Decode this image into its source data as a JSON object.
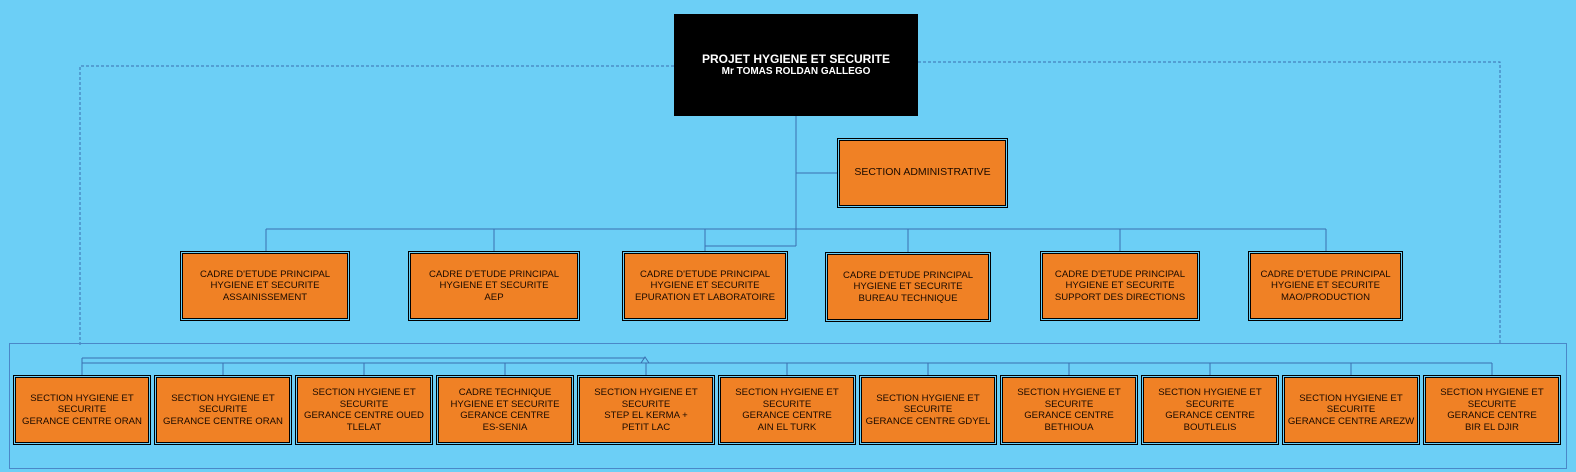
{
  "root": {
    "title": "PROJET HYGIENE ET SECURITE",
    "subtitle": "Mr TOMAS ROLDAN GALLEGO"
  },
  "admin": {
    "label": "SECTION ADMINISTRATIVE"
  },
  "cadres": [
    {
      "line1": "CADRE D'ETUDE PRINCIPAL",
      "line2": "HYGIENE ET SECURITE",
      "line3": "ASSAINISSEMENT"
    },
    {
      "line1": "CADRE D'ETUDE PRINCIPAL",
      "line2": "HYGIENE ET SECURITE",
      "line3": "AEP"
    },
    {
      "line1": "CADRE D'ETUDE PRINCIPAL",
      "line2": "HYGIENE ET SECURITE",
      "line3": "EPURATION ET LABORATOIRE"
    },
    {
      "line1": "CADRE D'ETUDE PRINCIPAL",
      "line2": "HYGIENE ET SECURITE",
      "line3": "BUREAU TECHNIQUE"
    },
    {
      "line1": "CADRE D'ETUDE PRINCIPAL",
      "line2": "HYGIENE ET SECURITE",
      "line3": "SUPPORT DES DIRECTIONS"
    },
    {
      "line1": "CADRE D'ETUDE PRINCIPAL",
      "line2": "HYGIENE ET SECURITE",
      "line3": "MAO/PRODUCTION"
    }
  ],
  "sections": [
    {
      "line1": "SECTION HYGIENE ET",
      "line2": "SECURITE",
      "line3": "GERANCE CENTRE ORAN",
      "line4": ""
    },
    {
      "line1": "SECTION HYGIENE ET",
      "line2": "SECURITE",
      "line3": "GERANCE CENTRE ORAN",
      "line4": ""
    },
    {
      "line1": "SECTION HYGIENE ET",
      "line2": "SECURITE",
      "line3": "GERANCE CENTRE OUED",
      "line4": "TLELAT"
    },
    {
      "line1": "CADRE TECHNIQUE",
      "line2": "HYGIENE ET SECURITE",
      "line3": "GERANCE CENTRE",
      "line4": "ES-SENIA"
    },
    {
      "line1": "SECTION HYGIENE ET",
      "line2": "SECURITE",
      "line3": "STEP EL KERMA +",
      "line4": "PETIT LAC"
    },
    {
      "line1": "SECTION HYGIENE ET",
      "line2": "SECURITE",
      "line3": "GERANCE CENTRE",
      "line4": "AIN EL TURK"
    },
    {
      "line1": "SECTION HYGIENE ET",
      "line2": "SECURITE",
      "line3": "GERANCE CENTRE GDYEL",
      "line4": ""
    },
    {
      "line1": "SECTION HYGIENE ET",
      "line2": "SECURITE",
      "line3": "GERANCE CENTRE",
      "line4": "BETHIOUA"
    },
    {
      "line1": "SECTION HYGIENE ET",
      "line2": "SECURITE",
      "line3": "GERANCE CENTRE",
      "line4": "BOUTLELIS"
    },
    {
      "line1": "SECTION HYGIENE ET",
      "line2": "SECURITE",
      "line3": "GERANCE CENTRE AREZW",
      "line4": ""
    },
    {
      "line1": "SECTION HYGIENE ET",
      "line2": "SECURITE",
      "line3": "GERANCE CENTRE",
      "line4": "BIR EL DJIR"
    }
  ],
  "colors": {
    "background": "#6ccff6",
    "box_fill": "#f08125",
    "root_fill": "#000000",
    "connector": "#3a6fb0"
  }
}
